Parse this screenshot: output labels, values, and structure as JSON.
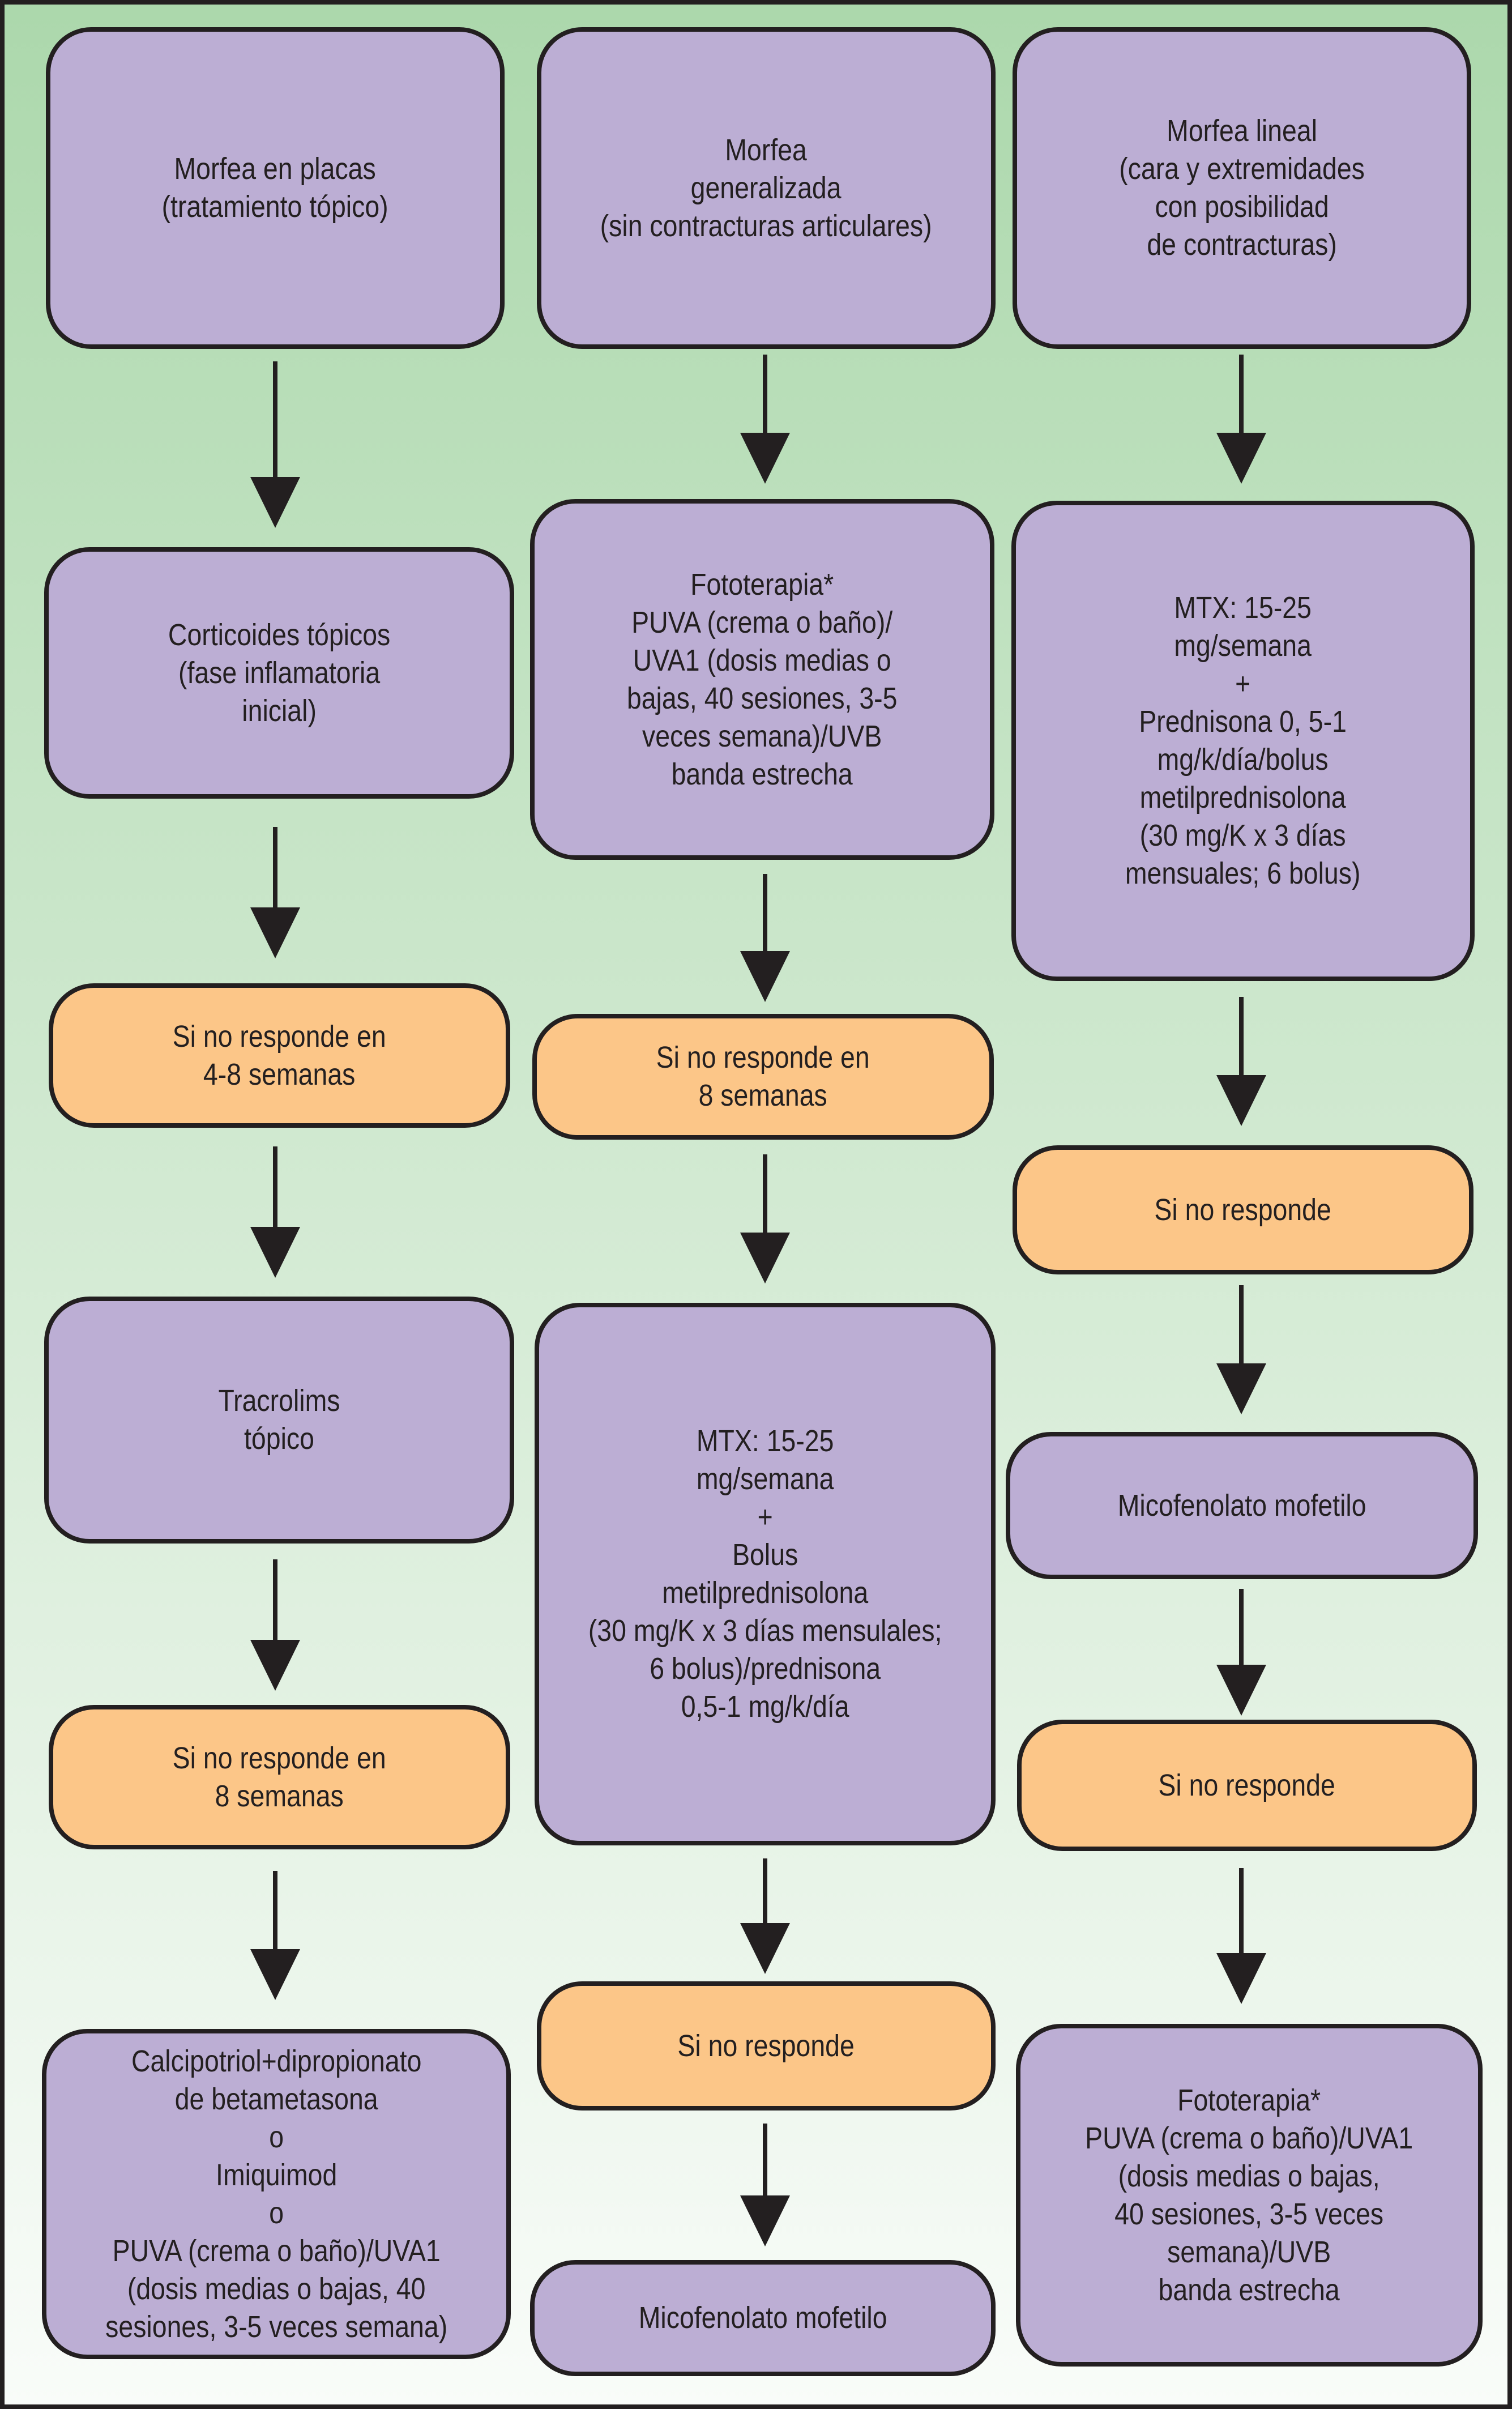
{
  "colors": {
    "background_top": "#ACD8AC",
    "background_bottom": "#F9FCF9",
    "treatment_box": "#BCAED4",
    "condition_box": "#FCC688",
    "stroke": "#231F20"
  },
  "columns": [
    {
      "name": "morfea-en-placas",
      "nodes": [
        {
          "type": "treatment",
          "text": "Morfea en placas\n(tratamiento tópico)"
        },
        {
          "type": "treatment",
          "text": "Corticoides tópicos\n(fase inflamatoria\ninicial)"
        },
        {
          "type": "condition",
          "text": "Si no responde en\n4-8 semanas"
        },
        {
          "type": "treatment",
          "text": "Tracrolims\ntópico"
        },
        {
          "type": "condition",
          "text": "Si no responde en\n8 semanas"
        },
        {
          "type": "treatment",
          "text": "Calcipotriol+dipropionato\nde betametasona\no\nImiquimod\no\nPUVA (crema o baño)/UVA1\n(dosis medias o bajas, 40\nsesiones, 3-5 veces semana)"
        }
      ]
    },
    {
      "name": "morfea-generalizada",
      "nodes": [
        {
          "type": "treatment",
          "text": "Morfea\ngeneralizada\n(sin contracturas articulares)"
        },
        {
          "type": "treatment",
          "text": "Fototerapia*\nPUVA (crema o baño)/\nUVA1 (dosis medias o\nbajas, 40 sesiones, 3-5\nveces semana)/UVB\nbanda estrecha"
        },
        {
          "type": "condition",
          "text": "Si no responde en\n8 semanas"
        },
        {
          "type": "treatment",
          "text": "MTX: 15-25\nmg/semana\n+\nBolus\nmetilprednisolona\n(30 mg/K x 3 días mensulales;\n6 bolus)/prednisona\n0,5-1 mg/k/día"
        },
        {
          "type": "condition",
          "text": "Si no responde"
        },
        {
          "type": "treatment",
          "text": "Micofenolato mofetilo"
        }
      ]
    },
    {
      "name": "morfea-lineal",
      "nodes": [
        {
          "type": "treatment",
          "text": "Morfea lineal\n(cara y extremidades\ncon posibilidad\nde contracturas)"
        },
        {
          "type": "treatment",
          "text": "MTX: 15-25\nmg/semana\n+\nPrednisona 0, 5-1\nmg/k/día/bolus\nmetilprednisolona\n(30 mg/K x 3 días\nmensuales; 6 bolus)"
        },
        {
          "type": "condition",
          "text": "Si no responde"
        },
        {
          "type": "treatment",
          "text": "Micofenolato mofetilo"
        },
        {
          "type": "condition",
          "text": "Si no responde"
        },
        {
          "type": "treatment",
          "text": "Fototerapia*\nPUVA (crema o baño)/UVA1\n(dosis medias o bajas,\n40 sesiones, 3-5 veces\nsemana)/UVB\nbanda estrecha"
        }
      ]
    }
  ]
}
